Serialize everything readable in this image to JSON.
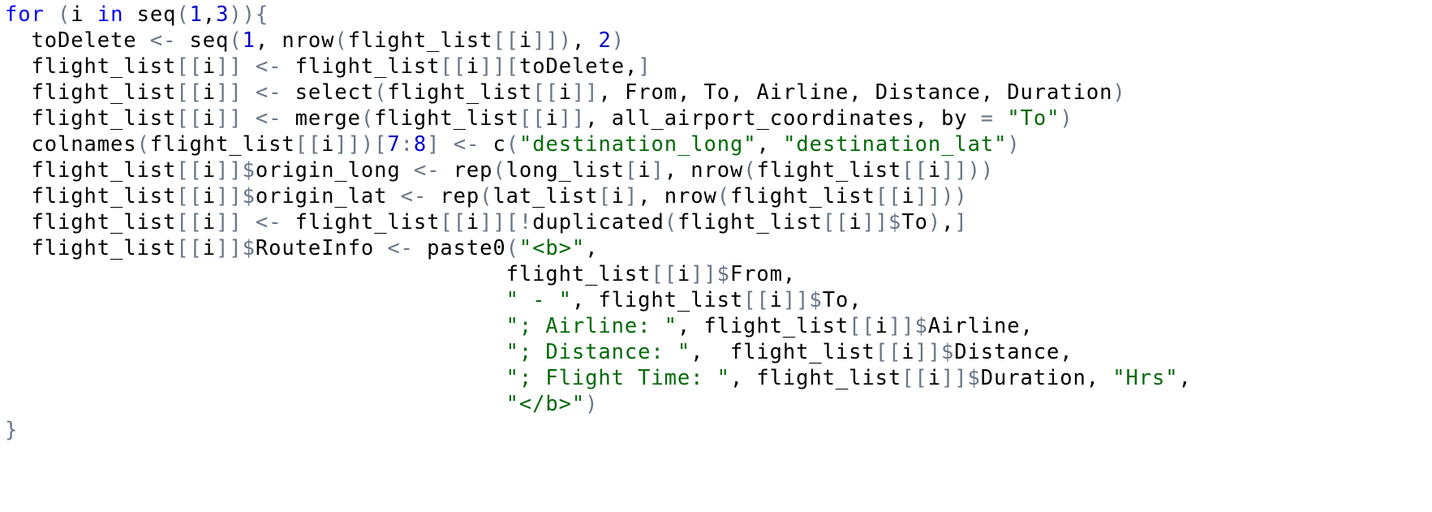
{
  "editor": {
    "language": "R",
    "colors": {
      "keyword": "#0000ff",
      "number": "#0000cd",
      "string": "#036a07",
      "operator": "#687687",
      "text": "#000000",
      "background": "#ffffff"
    },
    "lines": [
      [
        [
          "kw",
          "for"
        ],
        [
          "id",
          " "
        ],
        [
          "op",
          "("
        ],
        [
          "id",
          "i "
        ],
        [
          "kw",
          "in"
        ],
        [
          "id",
          " seq"
        ],
        [
          "op",
          "("
        ],
        [
          "num",
          "1"
        ],
        [
          "id",
          ","
        ],
        [
          "num",
          "3"
        ],
        [
          "op",
          "))"
        ],
        [
          "op",
          "{"
        ]
      ],
      [
        [
          "id",
          "  toDelete "
        ],
        [
          "op",
          "<-"
        ],
        [
          "id",
          " seq"
        ],
        [
          "op",
          "("
        ],
        [
          "num",
          "1"
        ],
        [
          "id",
          ", nrow"
        ],
        [
          "op",
          "("
        ],
        [
          "id",
          "flight_list"
        ],
        [
          "op",
          "[["
        ],
        [
          "id",
          "i"
        ],
        [
          "op",
          "]])"
        ],
        [
          "id",
          ", "
        ],
        [
          "num",
          "2"
        ],
        [
          "op",
          ")"
        ]
      ],
      [
        [
          "id",
          "  flight_list"
        ],
        [
          "op",
          "[["
        ],
        [
          "id",
          "i"
        ],
        [
          "op",
          "]]"
        ],
        [
          "id",
          " "
        ],
        [
          "op",
          "<-"
        ],
        [
          "id",
          " flight_list"
        ],
        [
          "op",
          "[["
        ],
        [
          "id",
          "i"
        ],
        [
          "op",
          "]]["
        ],
        [
          "id",
          "toDelete,"
        ],
        [
          "op",
          "]"
        ]
      ],
      [
        [
          "id",
          "  flight_list"
        ],
        [
          "op",
          "[["
        ],
        [
          "id",
          "i"
        ],
        [
          "op",
          "]]"
        ],
        [
          "id",
          " "
        ],
        [
          "op",
          "<-"
        ],
        [
          "id",
          " select"
        ],
        [
          "op",
          "("
        ],
        [
          "id",
          "flight_list"
        ],
        [
          "op",
          "[["
        ],
        [
          "id",
          "i"
        ],
        [
          "op",
          "]]"
        ],
        [
          "id",
          ", From, To, Airline, Distance, Duration"
        ],
        [
          "op",
          ")"
        ]
      ],
      [
        [
          "id",
          "  flight_list"
        ],
        [
          "op",
          "[["
        ],
        [
          "id",
          "i"
        ],
        [
          "op",
          "]]"
        ],
        [
          "id",
          " "
        ],
        [
          "op",
          "<-"
        ],
        [
          "id",
          " merge"
        ],
        [
          "op",
          "("
        ],
        [
          "id",
          "flight_list"
        ],
        [
          "op",
          "[["
        ],
        [
          "id",
          "i"
        ],
        [
          "op",
          "]]"
        ],
        [
          "id",
          ", all_airport_coordinates, by "
        ],
        [
          "op",
          "="
        ],
        [
          "id",
          " "
        ],
        [
          "str",
          "\"To\""
        ],
        [
          "op",
          ")"
        ]
      ],
      [
        [
          "id",
          "  colnames"
        ],
        [
          "op",
          "("
        ],
        [
          "id",
          "flight_list"
        ],
        [
          "op",
          "[["
        ],
        [
          "id",
          "i"
        ],
        [
          "op",
          "]])["
        ],
        [
          "num",
          "7"
        ],
        [
          "op",
          ":"
        ],
        [
          "num",
          "8"
        ],
        [
          "op",
          "]"
        ],
        [
          "id",
          " "
        ],
        [
          "op",
          "<-"
        ],
        [
          "id",
          " c"
        ],
        [
          "op",
          "("
        ],
        [
          "str",
          "\"destination_long\""
        ],
        [
          "id",
          ", "
        ],
        [
          "str",
          "\"destination_lat\""
        ],
        [
          "op",
          ")"
        ]
      ],
      [
        [
          "id",
          "  flight_list"
        ],
        [
          "op",
          "[["
        ],
        [
          "id",
          "i"
        ],
        [
          "op",
          "]]$"
        ],
        [
          "id",
          "origin_long "
        ],
        [
          "op",
          "<-"
        ],
        [
          "id",
          " rep"
        ],
        [
          "op",
          "("
        ],
        [
          "id",
          "long_list"
        ],
        [
          "op",
          "["
        ],
        [
          "id",
          "i"
        ],
        [
          "op",
          "]"
        ],
        [
          "id",
          ", nrow"
        ],
        [
          "op",
          "("
        ],
        [
          "id",
          "flight_list"
        ],
        [
          "op",
          "[["
        ],
        [
          "id",
          "i"
        ],
        [
          "op",
          "]]))"
        ]
      ],
      [
        [
          "id",
          "  flight_list"
        ],
        [
          "op",
          "[["
        ],
        [
          "id",
          "i"
        ],
        [
          "op",
          "]]$"
        ],
        [
          "id",
          "origin_lat "
        ],
        [
          "op",
          "<-"
        ],
        [
          "id",
          " rep"
        ],
        [
          "op",
          "("
        ],
        [
          "id",
          "lat_list"
        ],
        [
          "op",
          "["
        ],
        [
          "id",
          "i"
        ],
        [
          "op",
          "]"
        ],
        [
          "id",
          ", nrow"
        ],
        [
          "op",
          "("
        ],
        [
          "id",
          "flight_list"
        ],
        [
          "op",
          "[["
        ],
        [
          "id",
          "i"
        ],
        [
          "op",
          "]]))"
        ]
      ],
      [
        [
          "id",
          "  flight_list"
        ],
        [
          "op",
          "[["
        ],
        [
          "id",
          "i"
        ],
        [
          "op",
          "]]"
        ],
        [
          "id",
          " "
        ],
        [
          "op",
          "<-"
        ],
        [
          "id",
          " flight_list"
        ],
        [
          "op",
          "[["
        ],
        [
          "id",
          "i"
        ],
        [
          "op",
          "]][!"
        ],
        [
          "id",
          "duplicated"
        ],
        [
          "op",
          "("
        ],
        [
          "id",
          "flight_list"
        ],
        [
          "op",
          "[["
        ],
        [
          "id",
          "i"
        ],
        [
          "op",
          "]]$"
        ],
        [
          "id",
          "To"
        ],
        [
          "op",
          ")"
        ],
        [
          "id",
          ","
        ],
        [
          "op",
          "]"
        ]
      ],
      [
        [
          "id",
          "  flight_list"
        ],
        [
          "op",
          "[["
        ],
        [
          "id",
          "i"
        ],
        [
          "op",
          "]]$"
        ],
        [
          "id",
          "RouteInfo "
        ],
        [
          "op",
          "<-"
        ],
        [
          "id",
          " paste0"
        ],
        [
          "op",
          "("
        ],
        [
          "str",
          "\"<b>\""
        ],
        [
          "id",
          ","
        ]
      ],
      [
        [
          "id",
          "                                      flight_list"
        ],
        [
          "op",
          "[["
        ],
        [
          "id",
          "i"
        ],
        [
          "op",
          "]]$"
        ],
        [
          "id",
          "From,"
        ]
      ],
      [
        [
          "id",
          "                                      "
        ],
        [
          "str",
          "\" - \""
        ],
        [
          "id",
          ", flight_list"
        ],
        [
          "op",
          "[["
        ],
        [
          "id",
          "i"
        ],
        [
          "op",
          "]]$"
        ],
        [
          "id",
          "To,"
        ]
      ],
      [
        [
          "id",
          "                                      "
        ],
        [
          "str",
          "\"; Airline: \""
        ],
        [
          "id",
          ", flight_list"
        ],
        [
          "op",
          "[["
        ],
        [
          "id",
          "i"
        ],
        [
          "op",
          "]]$"
        ],
        [
          "id",
          "Airline,"
        ]
      ],
      [
        [
          "id",
          "                                      "
        ],
        [
          "str",
          "\"; Distance: \""
        ],
        [
          "id",
          ",  flight_list"
        ],
        [
          "op",
          "[["
        ],
        [
          "id",
          "i"
        ],
        [
          "op",
          "]]$"
        ],
        [
          "id",
          "Distance,"
        ]
      ],
      [
        [
          "id",
          "                                      "
        ],
        [
          "str",
          "\"; Flight Time: \""
        ],
        [
          "id",
          ", flight_list"
        ],
        [
          "op",
          "[["
        ],
        [
          "id",
          "i"
        ],
        [
          "op",
          "]]$"
        ],
        [
          "id",
          "Duration, "
        ],
        [
          "str",
          "\"Hrs\""
        ],
        [
          "id",
          ","
        ]
      ],
      [
        [
          "id",
          "                                      "
        ],
        [
          "str",
          "\"</b>\""
        ],
        [
          "op",
          ")"
        ]
      ],
      [
        [
          "op",
          "}"
        ]
      ]
    ]
  }
}
